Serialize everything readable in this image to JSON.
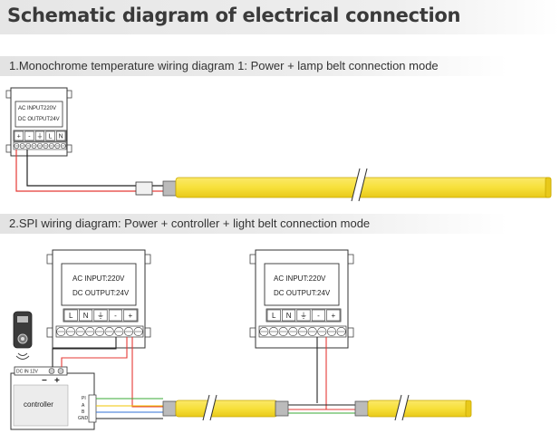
{
  "page_title": "Schematic diagram of electrical connection",
  "section1": {
    "heading": "1.Monochrome temperature wiring diagram 1: Power + lamp belt connection mode",
    "psu": {
      "ac_input": "AC INPUT220V",
      "dc_output": "DC OUTPUT24V",
      "terminals": [
        "+",
        "-",
        "⏚",
        "L",
        "N"
      ]
    }
  },
  "section2": {
    "heading": "2.SPI wiring diagram: Power + controller + light belt connection mode",
    "psu_left": {
      "ac_input": "AC INPUT:220V",
      "dc_output": "DC OUTPUT:24V",
      "terminals": [
        "L",
        "N",
        "⏚",
        "-",
        "+"
      ]
    },
    "psu_right": {
      "ac_input": "AC INPUT:220V",
      "dc_output": "DC OUTPUT:24V",
      "terminals": [
        "L",
        "N",
        "⏚",
        "-",
        "+"
      ]
    },
    "controller": {
      "label": "controller",
      "top_label": "DC IN 12V",
      "polarity": [
        "−",
        "+"
      ],
      "pins": [
        "PI",
        "A",
        "B",
        "GND"
      ]
    }
  },
  "colors": {
    "strip_yellow": "#f7e03a",
    "strip_outline": "#c9a800",
    "wire_red": "#e53935",
    "wire_black": "#222222",
    "wire_green": "#3aaa35",
    "wire_blue": "#2f6fd6",
    "wire_white": "#bbbbbb"
  },
  "icons": [
    "remote-control-icon",
    "wireless-signal-icon",
    "cut-mark-icon"
  ]
}
